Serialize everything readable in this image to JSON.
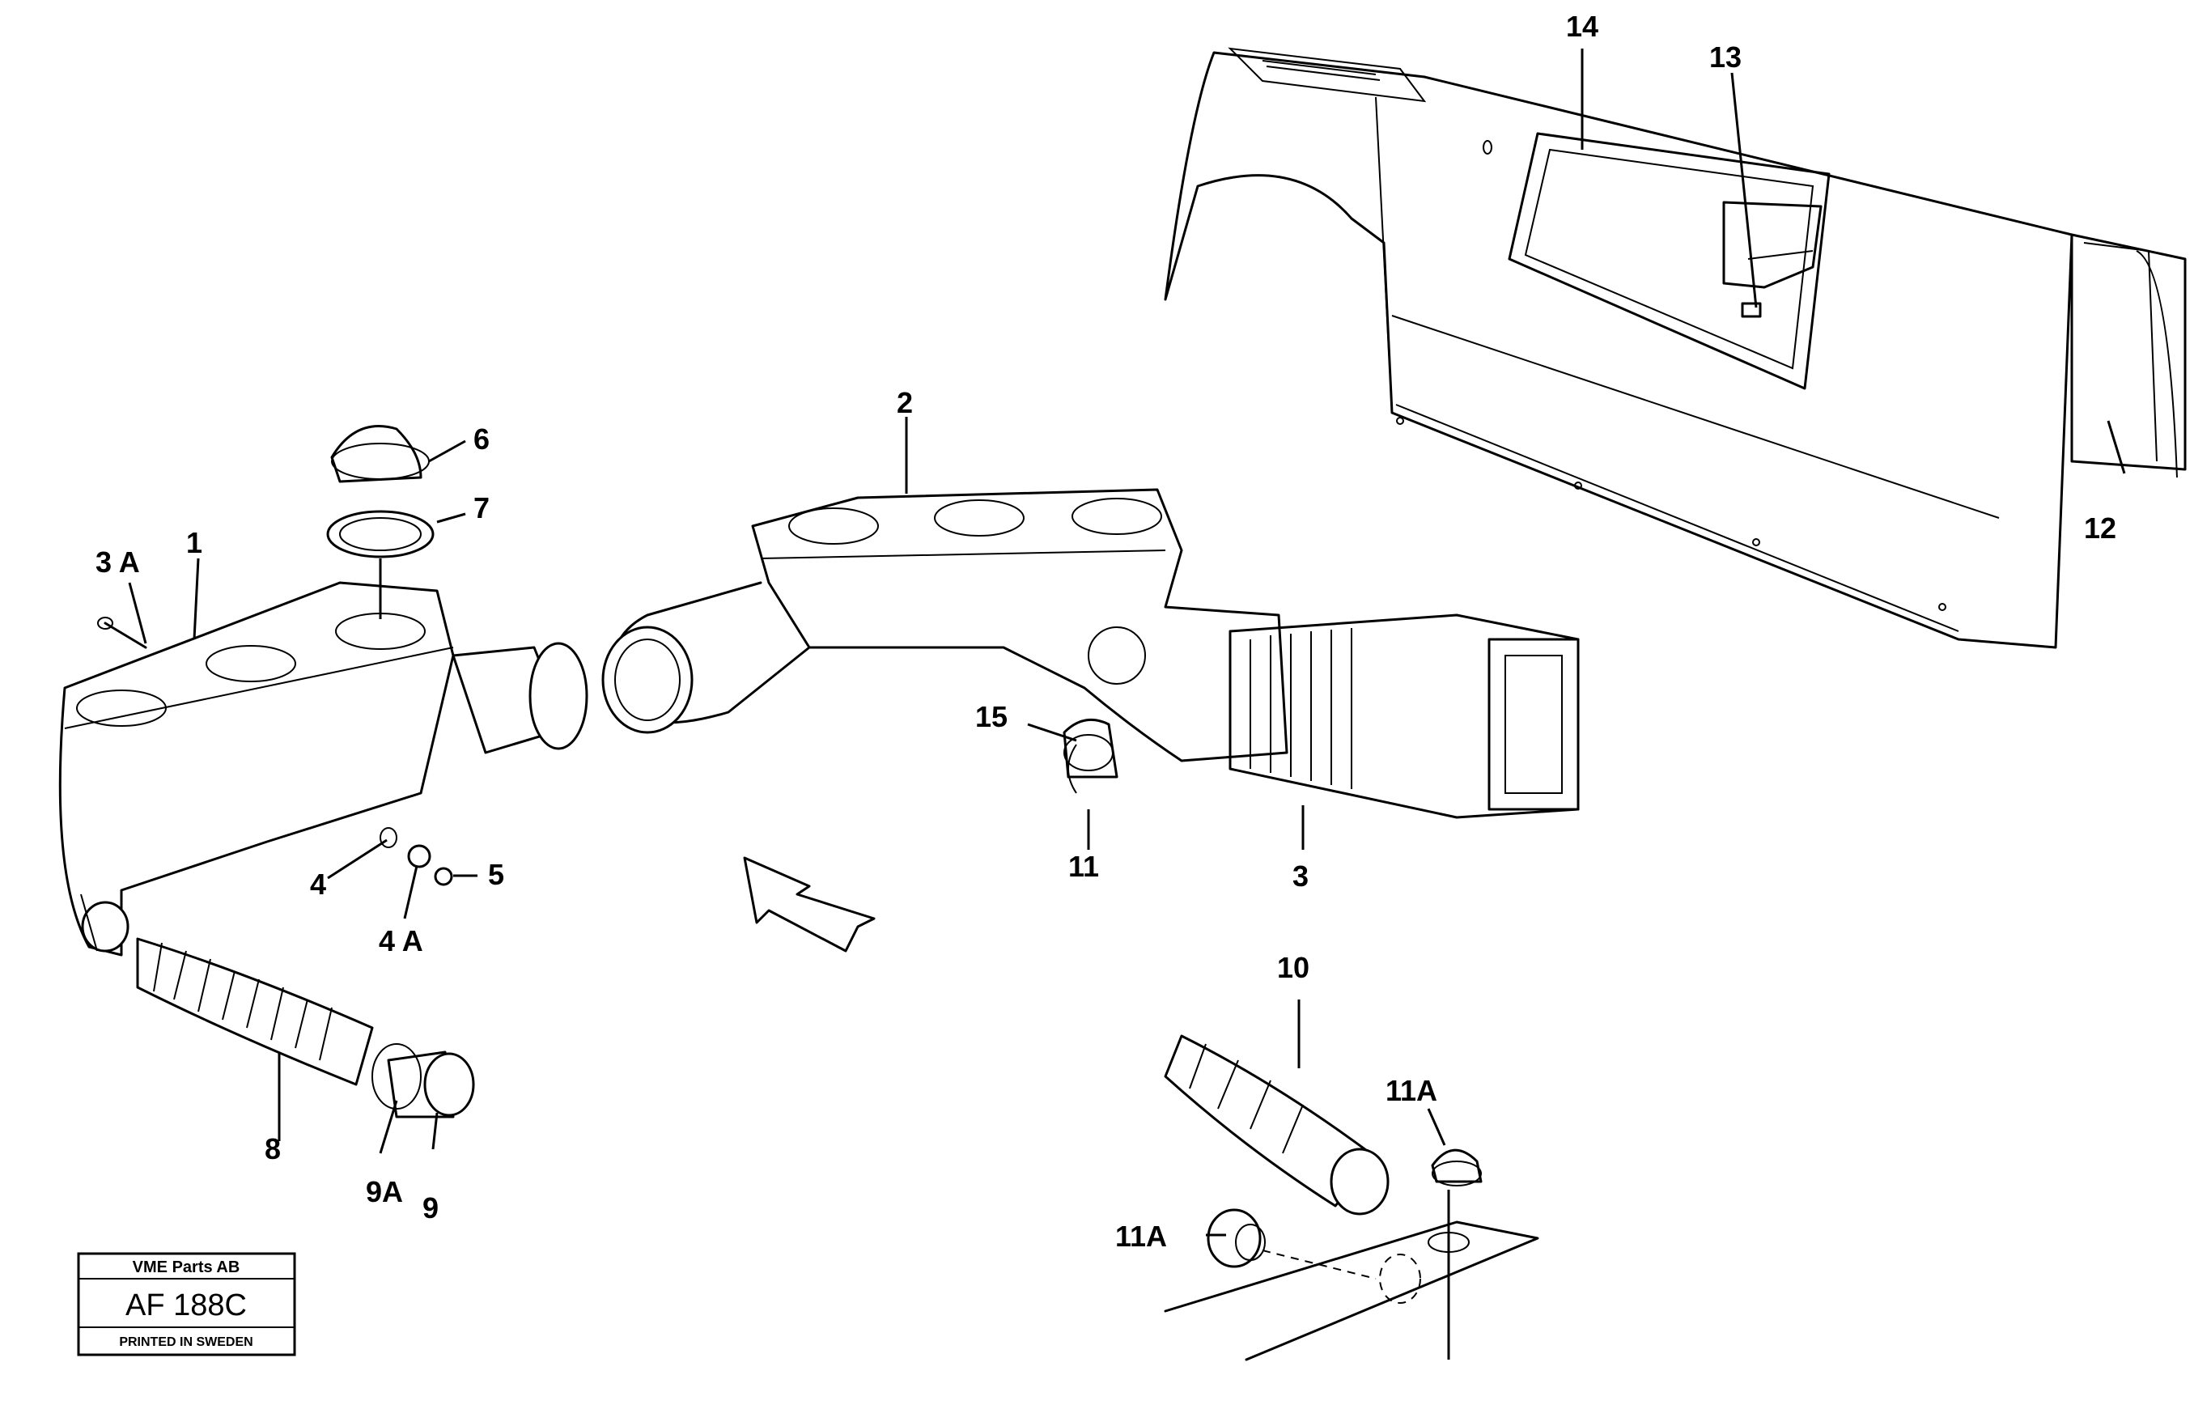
{
  "callouts": [
    {
      "id": "c14",
      "text": "14"
    },
    {
      "id": "c13",
      "text": "13"
    },
    {
      "id": "c12",
      "text": "12"
    },
    {
      "id": "c2",
      "text": "2"
    },
    {
      "id": "c6",
      "text": "6"
    },
    {
      "id": "c7",
      "text": "7"
    },
    {
      "id": "c3A",
      "text": "3 A"
    },
    {
      "id": "c1",
      "text": "1"
    },
    {
      "id": "c15",
      "text": "15"
    },
    {
      "id": "c11",
      "text": "11"
    },
    {
      "id": "c3",
      "text": "3"
    },
    {
      "id": "c4",
      "text": "4"
    },
    {
      "id": "c4A",
      "text": "4 A"
    },
    {
      "id": "c5",
      "text": "5"
    },
    {
      "id": "c10",
      "text": "10"
    },
    {
      "id": "c11Aa",
      "text": "11A"
    },
    {
      "id": "c11Ab",
      "text": "11A"
    },
    {
      "id": "c8",
      "text": "8"
    },
    {
      "id": "c9A",
      "text": "9A"
    },
    {
      "id": "c9",
      "text": "9"
    }
  ],
  "stamp": {
    "company": "VME Parts AB",
    "code": "AF 188C",
    "printed": "PRINTED IN SWEDEN"
  }
}
